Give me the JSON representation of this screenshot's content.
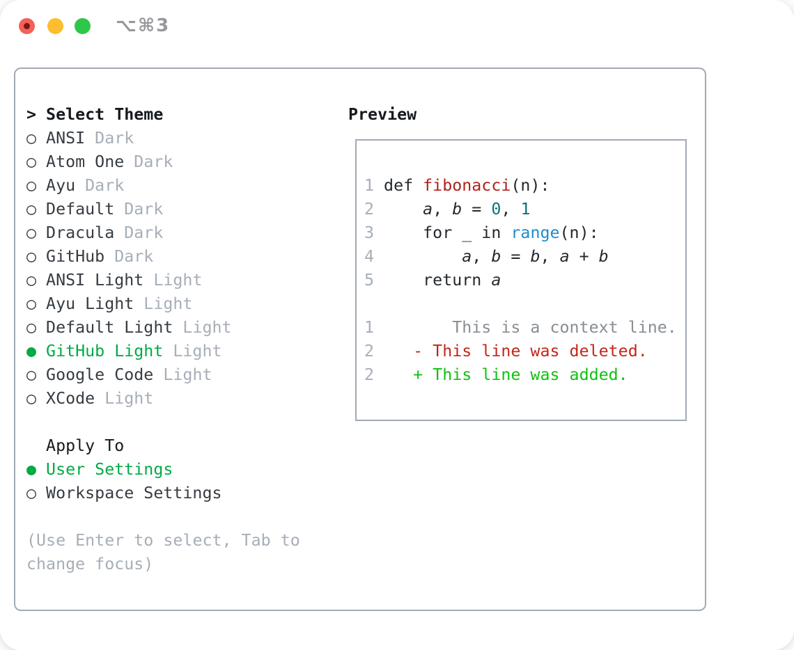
{
  "window": {
    "title": "⌥⌘3"
  },
  "icons": {
    "radio_unselected": "○",
    "radio_selected": "●",
    "cursor_prompt": ">"
  },
  "colors": {
    "selection_green": "#00ab45",
    "added_green": "#11c111",
    "deleted_red": "#c5261a",
    "function_red": "#b0231a",
    "builtin_blue": "#1f8ccc",
    "number_teal": "#0d7373",
    "code_text": "#24292e",
    "list_text": "#363c42",
    "header_text": "#16191d",
    "muted_gray": "#a6aeb8",
    "context_gray": "#878e95",
    "border_gray": "#a2aab4",
    "title_gray": "#97979c",
    "traffic_red": "#f4605a",
    "traffic_yellow": "#fcbe2f",
    "traffic_green": "#2fc748"
  },
  "theme_panel": {
    "header": {
      "prompt": ">",
      "label": "Select Theme"
    },
    "themes": [
      {
        "name": "ANSI",
        "variant": "Dark",
        "selected": false
      },
      {
        "name": "Atom One",
        "variant": "Dark",
        "selected": false
      },
      {
        "name": "Ayu",
        "variant": "Dark",
        "selected": false
      },
      {
        "name": "Default",
        "variant": "Dark",
        "selected": false
      },
      {
        "name": "Dracula",
        "variant": "Dark",
        "selected": false
      },
      {
        "name": "GitHub",
        "variant": "Dark",
        "selected": false
      },
      {
        "name": "ANSI Light",
        "variant": "Light",
        "selected": false
      },
      {
        "name": "Ayu Light",
        "variant": "Light",
        "selected": false
      },
      {
        "name": "Default Light",
        "variant": "Light",
        "selected": false
      },
      {
        "name": "GitHub Light",
        "variant": "Light",
        "selected": true
      },
      {
        "name": "Google Code",
        "variant": "Light",
        "selected": false
      },
      {
        "name": "XCode",
        "variant": "Light",
        "selected": false
      }
    ],
    "apply_to": {
      "label": "Apply To",
      "options": [
        {
          "name": "User Settings",
          "selected": true
        },
        {
          "name": "Workspace Settings",
          "selected": false
        }
      ]
    },
    "hint_line1": "(Use Enter to select, Tab to",
    "hint_line2": "change focus)"
  },
  "preview": {
    "label": "Preview",
    "code_lines": [
      {
        "num": "1",
        "tokens": [
          {
            "text": "def ",
            "type": "plain"
          },
          {
            "text": "fibonacci",
            "type": "function"
          },
          {
            "text": "(n):",
            "type": "plain"
          }
        ]
      },
      {
        "num": "2",
        "tokens": [
          {
            "text": "    ",
            "type": "plain"
          },
          {
            "text": "a",
            "type": "variable"
          },
          {
            "text": ", ",
            "type": "plain"
          },
          {
            "text": "b",
            "type": "variable"
          },
          {
            "text": " = ",
            "type": "plain"
          },
          {
            "text": "0",
            "type": "number"
          },
          {
            "text": ", ",
            "type": "plain"
          },
          {
            "text": "1",
            "type": "number"
          }
        ]
      },
      {
        "num": "3",
        "tokens": [
          {
            "text": "    for _ in ",
            "type": "plain"
          },
          {
            "text": "range",
            "type": "builtin"
          },
          {
            "text": "(n):",
            "type": "plain"
          }
        ]
      },
      {
        "num": "4",
        "tokens": [
          {
            "text": "        ",
            "type": "plain"
          },
          {
            "text": "a",
            "type": "variable"
          },
          {
            "text": ", ",
            "type": "plain"
          },
          {
            "text": "b",
            "type": "variable"
          },
          {
            "text": " = ",
            "type": "plain"
          },
          {
            "text": "b",
            "type": "variable"
          },
          {
            "text": ", ",
            "type": "plain"
          },
          {
            "text": "a",
            "type": "variable"
          },
          {
            "text": " + ",
            "type": "plain"
          },
          {
            "text": "b",
            "type": "variable"
          }
        ]
      },
      {
        "num": "5",
        "tokens": [
          {
            "text": "    return ",
            "type": "plain"
          },
          {
            "text": "a",
            "type": "variable"
          }
        ]
      }
    ],
    "diff_lines": [
      {
        "num": "1",
        "type": "context",
        "text": "       This is a context line."
      },
      {
        "num": "2",
        "type": "deleted",
        "text": "   - This line was deleted."
      },
      {
        "num": "2",
        "type": "added",
        "text": "   + This line was added."
      }
    ]
  }
}
